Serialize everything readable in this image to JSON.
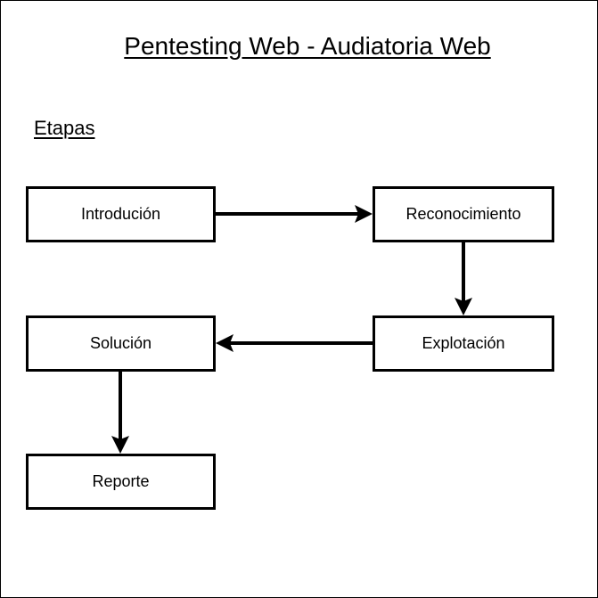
{
  "diagram": {
    "title": "Pentesting Web - Audiatoria Web",
    "section_label": "Etapas",
    "nodes": {
      "introduccion": "Introdución",
      "reconocimiento": "Reconocimiento",
      "explotacion": "Explotación",
      "solucion": "Solución",
      "reporte": "Reporte"
    },
    "edges": [
      {
        "from": "introduccion",
        "to": "reconocimiento"
      },
      {
        "from": "reconocimiento",
        "to": "explotacion"
      },
      {
        "from": "explotacion",
        "to": "solucion"
      },
      {
        "from": "solucion",
        "to": "reporte"
      }
    ],
    "colors": {
      "stroke": "#000000",
      "background": "#ffffff"
    }
  }
}
